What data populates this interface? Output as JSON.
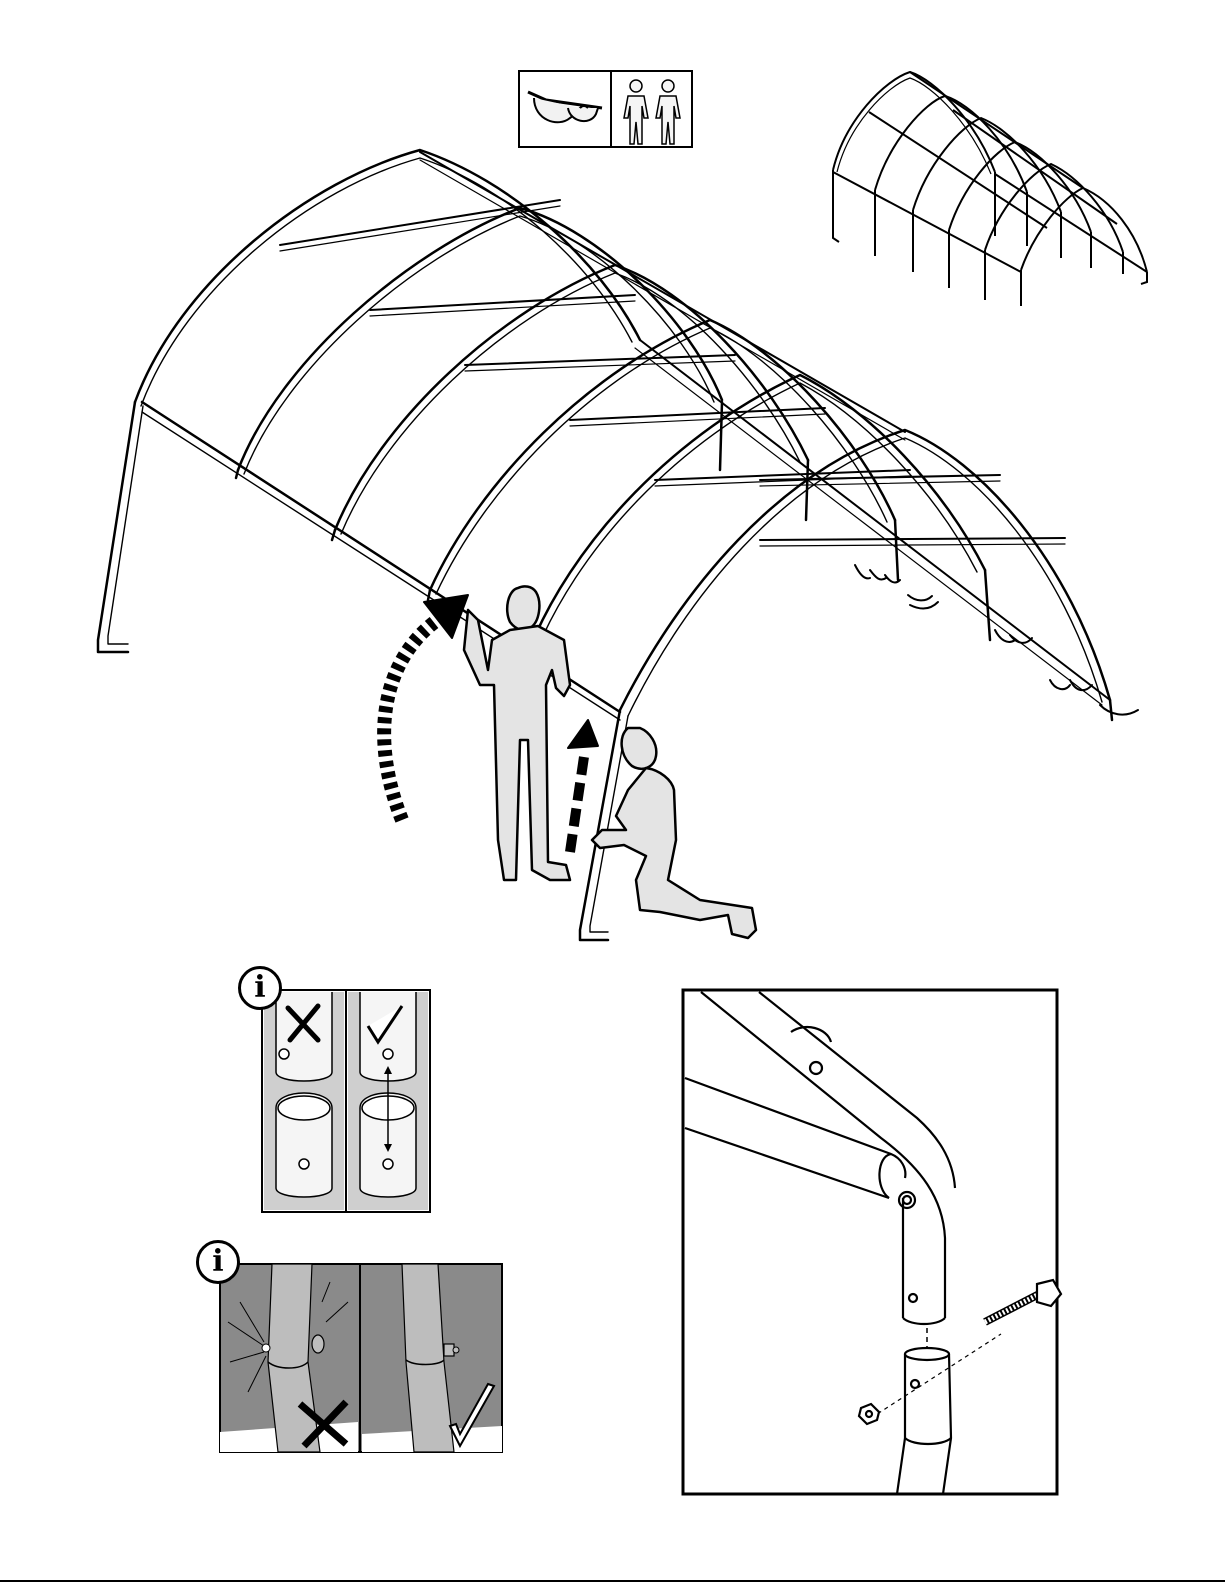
{
  "page": {
    "type": "assembly-instruction-step",
    "text_content": "none"
  },
  "icons": {
    "safety": [
      "safety-glasses-icon",
      "two-person-icon"
    ],
    "info_badges": [
      {
        "name": "info-icon-hole-alignment",
        "glyph": "i"
      },
      {
        "name": "info-icon-bolt-tightening",
        "glyph": "i"
      }
    ],
    "marks": [
      "incorrect-cross-icon",
      "correct-check-icon"
    ]
  },
  "colors": {
    "line": "#000000",
    "fill_person": "#e4e4e4",
    "fill_detail": "#cfcfcf",
    "fill_dark_bg": "#8a8a8a",
    "fill_pipe": "#bdbdbd"
  }
}
